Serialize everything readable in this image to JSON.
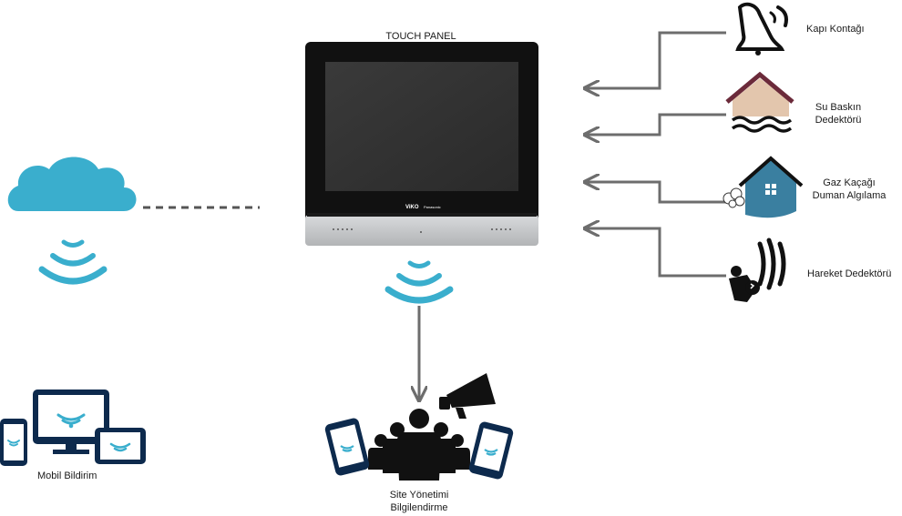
{
  "touch_panel": {
    "title": "TOUCH PANEL",
    "brand": "ViKO",
    "sub_brand": "Panasonic"
  },
  "sensors": [
    {
      "label_lines": [
        "Kapı Kontağı"
      ],
      "icon": "doorbell-icon"
    },
    {
      "label_lines": [
        "Su Baskın",
        "Dedektörü"
      ],
      "icon": "flood-house-icon"
    },
    {
      "label_lines": [
        "Gaz Kaçağı",
        "Duman Algılama"
      ],
      "icon": "smoke-house-icon"
    },
    {
      "label_lines": [
        "Hareket Dedektörü"
      ],
      "icon": "motion-thief-icon"
    }
  ],
  "outputs": {
    "mobile": "Mobil Bildirim",
    "site_management": [
      "Site Yönetimi",
      "Bilgilendirme"
    ]
  },
  "colors": {
    "accent_blue": "#3aaecd",
    "arrow_gray": "#6d6d6d",
    "roof": "#6b2a3a",
    "house_wall": "#e3c6ad",
    "panel_bezel": "#111111",
    "panel_silver": "#c7c9cb"
  }
}
